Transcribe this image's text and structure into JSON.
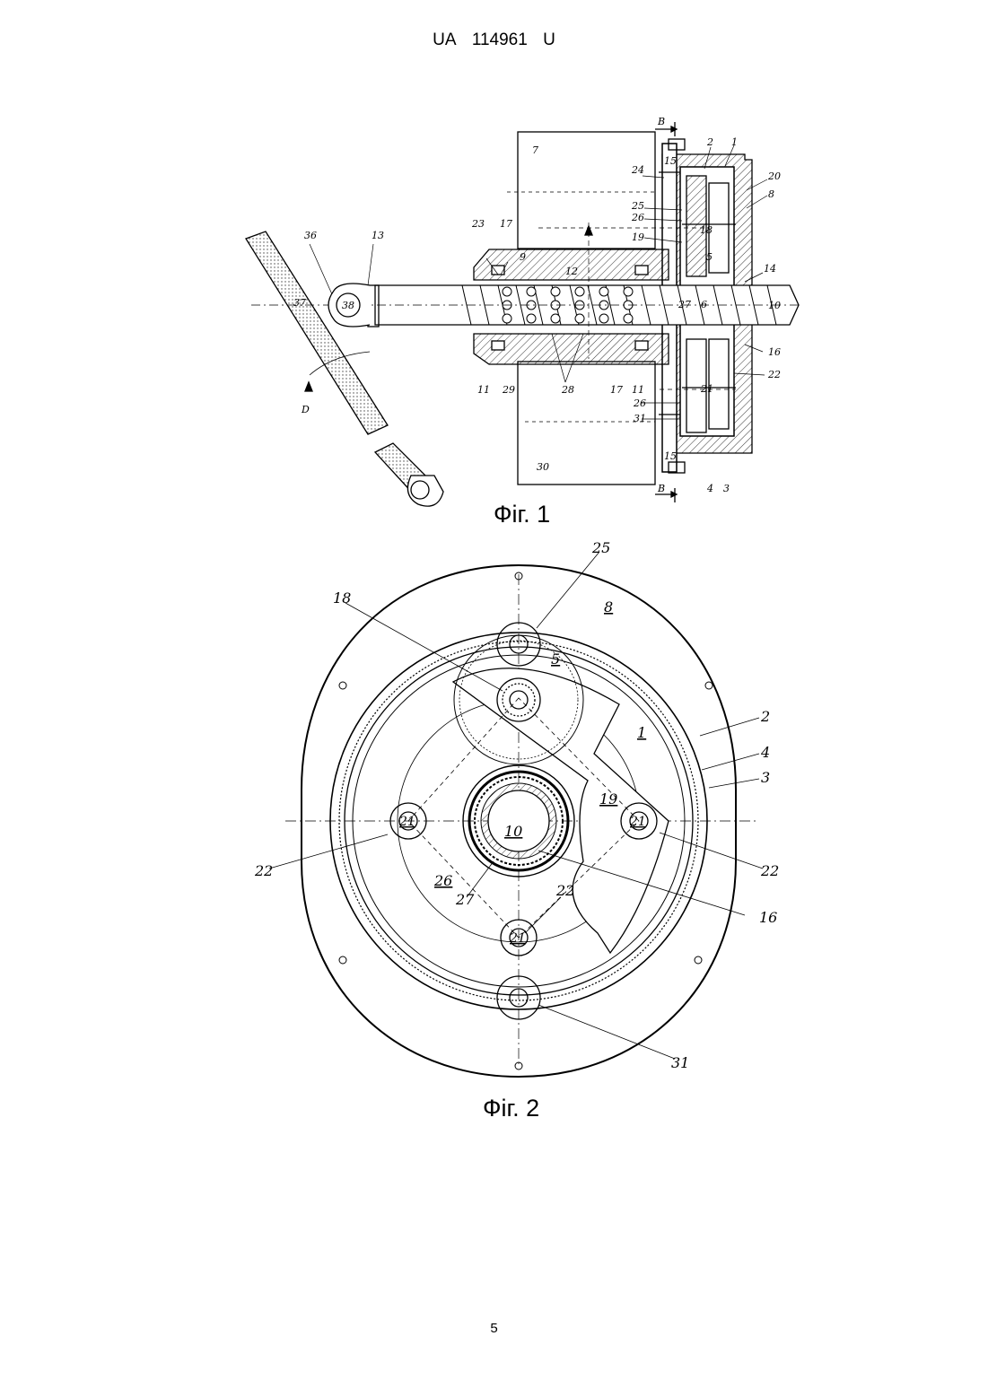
{
  "header": {
    "country": "UA",
    "number": "114961",
    "kind": "U"
  },
  "page_number": "5",
  "fig1": {
    "caption": "Фіг. 1",
    "section_mark": "В",
    "labels": {
      "l1": "1",
      "l2": "2",
      "l7": "7",
      "l20": "20",
      "l8": "8",
      "l15a": "15",
      "l24": "24",
      "l25": "25",
      "l26a": "26",
      "l19": "19",
      "l18": "18",
      "l5": "5",
      "l23": "23",
      "l17a": "17",
      "l9": "9",
      "l12": "12",
      "l14": "14",
      "l36": "36",
      "l13": "13",
      "l37": "37",
      "l38": "38",
      "l10": "10",
      "l27": "27",
      "l6": "6",
      "l16": "16",
      "l22": "22",
      "l21": "21",
      "l26b": "26",
      "l31": "31",
      "l11a": "11",
      "l29": "29",
      "l28": "28",
      "l17b": "17",
      "l11b": "11",
      "l30": "30",
      "l15b": "15",
      "l4": "4",
      "l3": "3",
      "lD": "D"
    }
  },
  "fig2": {
    "caption": "Фіг. 2",
    "labels": {
      "l25": "25",
      "l18": "18",
      "l8": "8",
      "l5": "5",
      "l1": "1",
      "l2": "2",
      "l4": "4",
      "l3": "3",
      "l19": "19",
      "l21a": "21",
      "l21b": "21",
      "l21c": "21",
      "l22a": "22",
      "l22b": "22",
      "l22c": "22",
      "l10": "10",
      "l26": "26",
      "l27": "27",
      "l16": "16",
      "l31": "31"
    }
  }
}
